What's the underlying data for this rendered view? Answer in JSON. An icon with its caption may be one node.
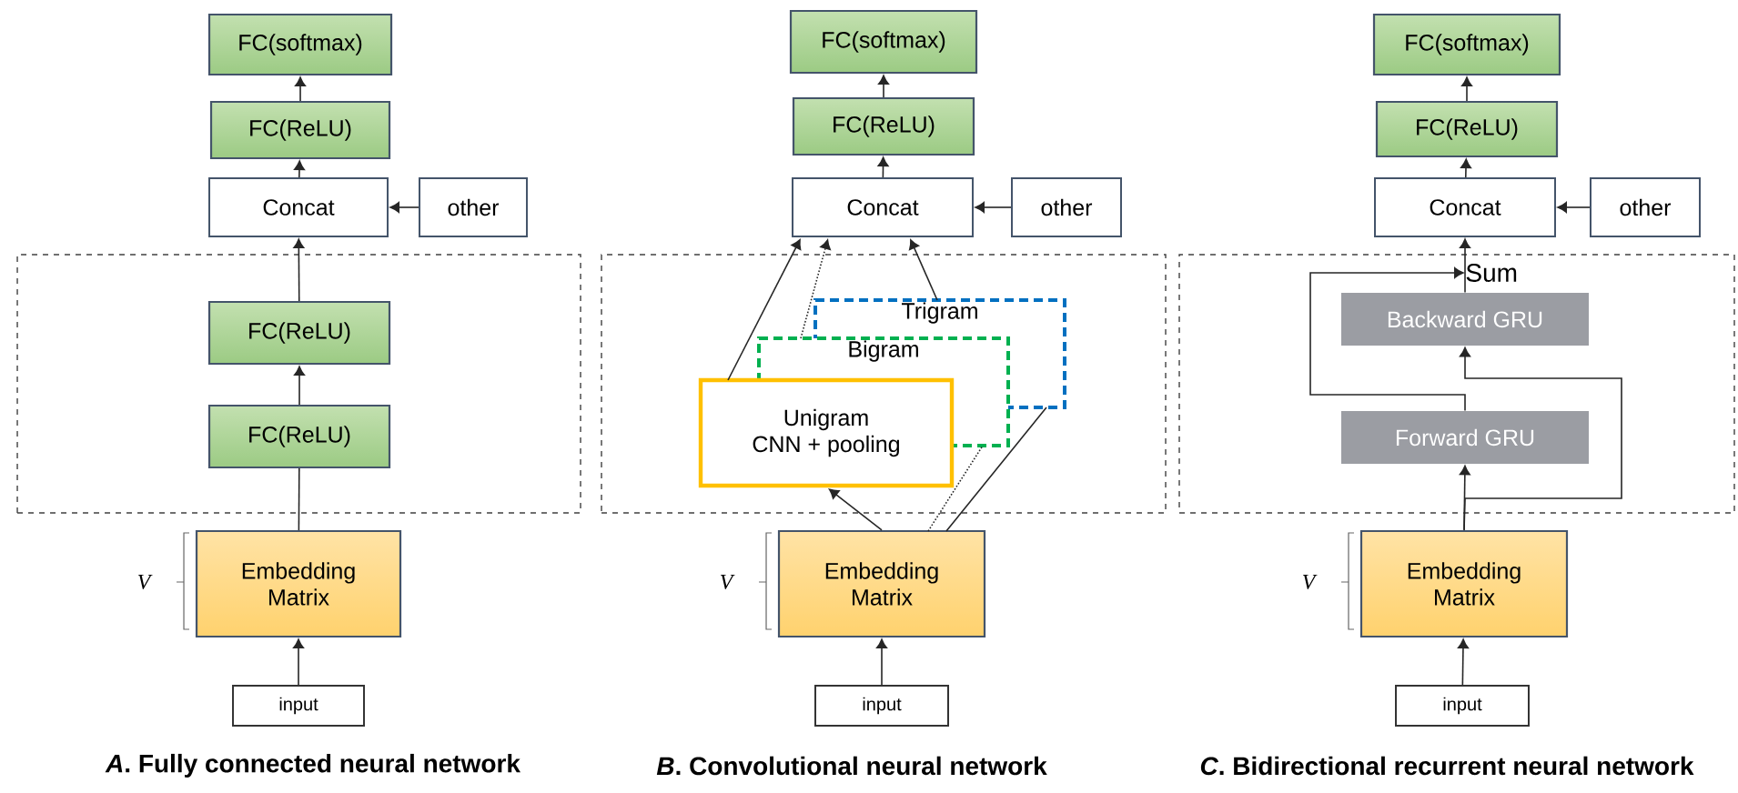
{
  "diagram": {
    "nodes": [
      {
        "text": [
          "FC(softmax)"
        ]
      },
      {
        "text": [
          "FC(ReLU)"
        ]
      },
      {
        "text": [
          "Concat"
        ]
      },
      {
        "text": [
          "other"
        ]
      },
      {
        "text": [],
        "shape": "box"
      },
      {
        "text": [
          "FC(ReLU)"
        ],
        "in": 4
      },
      {
        "text": [
          "FC(ReLU)"
        ],
        "in": 4
      },
      {
        "text": [
          "Embedding Matrix"
        ]
      },
      {
        "text": [
          "input"
        ]
      },
      {
        "text": [
          "FC(softmax)"
        ]
      },
      {
        "text": [
          "FC(ReLU)"
        ]
      },
      {
        "text": [
          "Concat"
        ]
      },
      {
        "text": [
          "other"
        ]
      },
      {
        "text": [],
        "shape": "box"
      },
      {
        "text": [
          "Trigram"
        ],
        "in": 13
      },
      {
        "text": [
          "Bigram"
        ],
        "in": 13
      },
      {
        "text": [
          "Unigram",
          "CNN + pooling"
        ],
        "in": 13
      },
      {
        "text": [
          "Embedding Matrix"
        ]
      },
      {
        "text": [
          "input"
        ]
      },
      {
        "text": [
          "FC(softmax)"
        ]
      },
      {
        "text": [
          "FC(ReLU)"
        ]
      },
      {
        "text": [
          "Concat"
        ]
      },
      {
        "text": [
          "other"
        ]
      },
      {
        "text": [],
        "shape": "box"
      },
      {
        "text": [
          "Sum"
        ],
        "in": 23
      },
      {
        "text": [
          "Backward GRU"
        ],
        "in": 23
      },
      {
        "text": [
          "Forward GRU"
        ],
        "in": 23
      },
      {
        "text": [
          "Embedding Matrix"
        ]
      },
      {
        "text": [
          "input"
        ]
      }
    ],
    "edges": [
      {
        "from": 8,
        "to": 7,
        "arrow": "to"
      },
      {
        "from": 7,
        "to": 6,
        "arrow": "none"
      },
      {
        "from": 6,
        "to": 5,
        "arrow": "to"
      },
      {
        "from": 5,
        "to": 2,
        "arrow": "to"
      },
      {
        "from": 2,
        "to": 1,
        "arrow": "to"
      },
      {
        "from": 1,
        "to": 0,
        "arrow": "to"
      },
      {
        "from": 3,
        "to": 2,
        "arrow": "to"
      },
      {
        "from": 18,
        "to": 17,
        "arrow": "to"
      },
      {
        "from": 17,
        "to": 16,
        "arrow": "to"
      },
      {
        "from": 17,
        "to": 15,
        "arrow": "none",
        "style": "dashed"
      },
      {
        "from": 17,
        "to": 14,
        "arrow": "none"
      },
      {
        "from": 16,
        "to": 11,
        "arrow": "to"
      },
      {
        "from": 15,
        "to": 11,
        "arrow": "to",
        "style": "dashed"
      },
      {
        "from": 14,
        "to": 11,
        "arrow": "to"
      },
      {
        "from": 11,
        "to": 10,
        "arrow": "to"
      },
      {
        "from": 10,
        "to": 9,
        "arrow": "to"
      },
      {
        "from": 12,
        "to": 11,
        "arrow": "to"
      },
      {
        "from": 28,
        "to": 27,
        "arrow": "to"
      },
      {
        "from": 27,
        "to": 26,
        "arrow": "to"
      },
      {
        "from": 27,
        "to": 25,
        "arrow": "to"
      },
      {
        "from": 26,
        "to": 24,
        "arrow": "to"
      },
      {
        "from": 25,
        "to": 24,
        "arrow": "none"
      },
      {
        "from": 24,
        "to": 21,
        "arrow": "to"
      },
      {
        "from": 21,
        "to": 20,
        "arrow": "to"
      },
      {
        "from": 20,
        "to": 19,
        "arrow": "to"
      },
      {
        "from": 22,
        "to": 21,
        "arrow": "to"
      }
    ],
    "labels": [
      "V",
      "V",
      "V",
      "*A*. Fully connected neural network",
      "*B*. Convolutional neural network",
      "*C*. Bidirectional recurrent neural network"
    ]
  }
}
